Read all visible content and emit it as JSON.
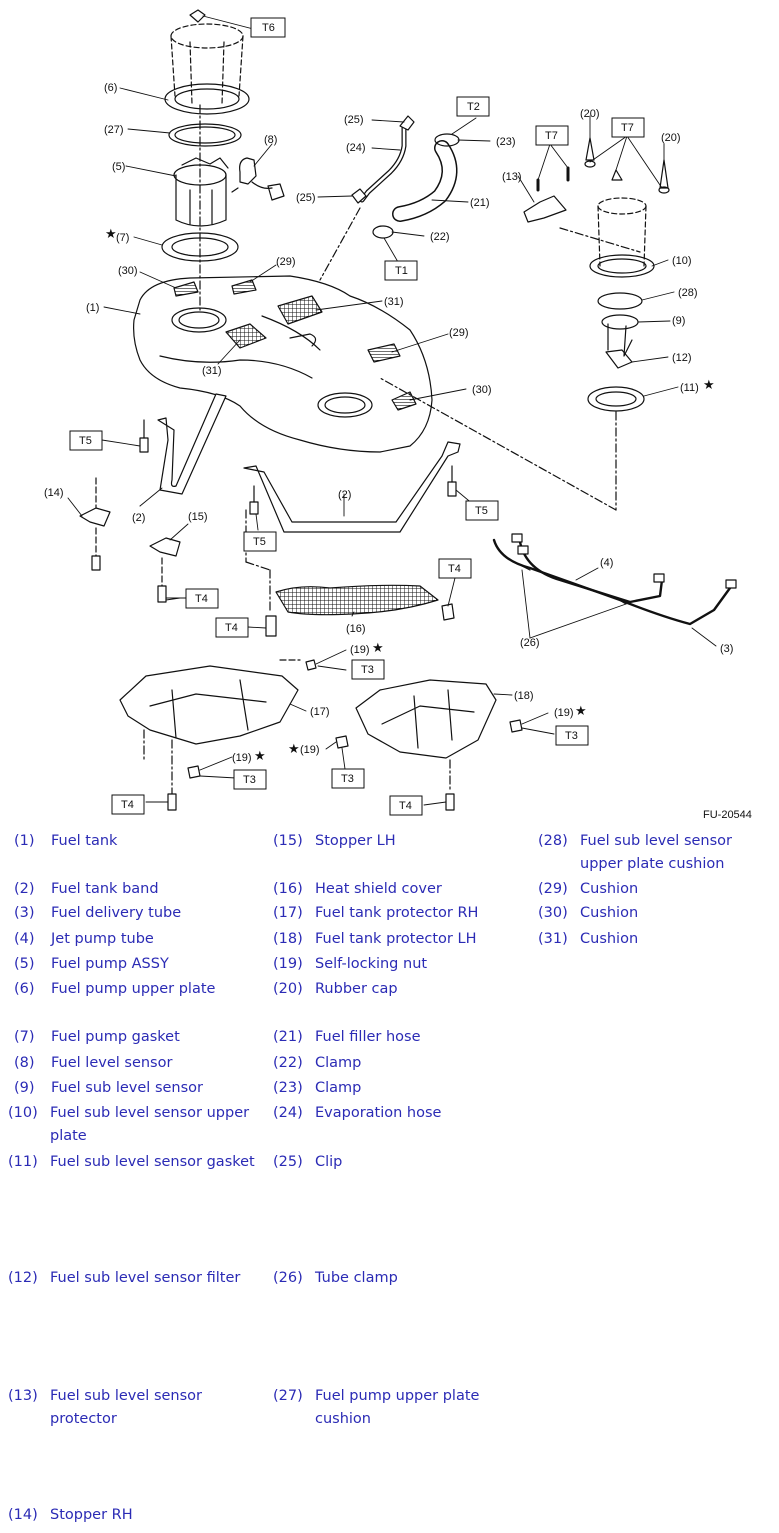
{
  "diagram": {
    "code": "FU-20544",
    "callouts": {
      "c1": "(1)",
      "c2a": "(2)",
      "c2b": "(2)",
      "c3": "(3)",
      "c4": "(4)",
      "c5": "(5)",
      "c6": "(6)",
      "c7": "(7)",
      "c8": "(8)",
      "c9": "(9)",
      "c10": "(10)",
      "c11": "(11)",
      "c12": "(12)",
      "c13": "(13)",
      "c14": "(14)",
      "c15": "(15)",
      "c16": "(16)",
      "c17": "(17)",
      "c18": "(18)",
      "c19a": "(19)",
      "c19b": "(19)",
      "c19c": "(19)",
      "c19d": "(19)",
      "c20a": "(20)",
      "c20b": "(20)",
      "c21": "(21)",
      "c22": "(22)",
      "c23": "(23)",
      "c24": "(24)",
      "c25a": "(25)",
      "c25b": "(25)",
      "c26": "(26)",
      "c27": "(27)",
      "c28": "(28)",
      "c29a": "(29)",
      "c29b": "(29)",
      "c30a": "(30)",
      "c30b": "(30)",
      "c31a": "(31)",
      "c31b": "(31)"
    },
    "torque_boxes": {
      "t6": "T6",
      "t2": "T2",
      "t7a": "T7",
      "t7b": "T7",
      "t1": "T1",
      "t5a": "T5",
      "t5b": "T5",
      "t5c": "T5",
      "t4a": "T4",
      "t4b": "T4",
      "t4c": "T4",
      "t4d": "T4",
      "t4e": "T4",
      "t3a": "T3",
      "t3b": "T3",
      "t3c": "T3",
      "t3d": "T3"
    },
    "star": "★"
  },
  "legend": [
    {
      "num": "(1)",
      "label": "Fuel tank"
    },
    {
      "num": "(2)",
      "label": "Fuel tank band"
    },
    {
      "num": "(3)",
      "label": "Fuel delivery tube"
    },
    {
      "num": "(4)",
      "label": "Jet pump tube"
    },
    {
      "num": "(5)",
      "label": "Fuel pump ASSY"
    },
    {
      "num": "(6)",
      "label": "Fuel pump upper plate"
    },
    {
      "num": "(7)",
      "label": "Fuel pump gasket"
    },
    {
      "num": "(8)",
      "label": "Fuel level sensor"
    },
    {
      "num": "(9)",
      "label": "Fuel sub level sensor"
    },
    {
      "num": "(10)",
      "label": "Fuel sub level sensor upper plate"
    },
    {
      "num": "(11)",
      "label": "Fuel sub level sensor gasket"
    },
    {
      "num": "(12)",
      "label": "Fuel sub level sensor filter"
    },
    {
      "num": "(13)",
      "label": "Fuel sub level sensor protector"
    },
    {
      "num": "(14)",
      "label": "Stopper RH"
    },
    {
      "num": "(15)",
      "label": "Stopper LH"
    },
    {
      "num": "(16)",
      "label": "Heat shield cover"
    },
    {
      "num": "(17)",
      "label": "Fuel tank protector RH"
    },
    {
      "num": "(18)",
      "label": "Fuel tank protector LH"
    },
    {
      "num": "(19)",
      "label": "Self-locking nut"
    },
    {
      "num": "(20)",
      "label": "Rubber cap"
    },
    {
      "num": "(21)",
      "label": "Fuel filler hose"
    },
    {
      "num": "(22)",
      "label": "Clamp"
    },
    {
      "num": "(23)",
      "label": "Clamp"
    },
    {
      "num": "(24)",
      "label": "Evaporation hose"
    },
    {
      "num": "(25)",
      "label": "Clip"
    },
    {
      "num": "(26)",
      "label": "Tube clamp"
    },
    {
      "num": "(27)",
      "label": "Fuel pump upper plate cushion"
    },
    {
      "num": "(28)",
      "label": "Fuel sub level sensor upper plate cushion"
    },
    {
      "num": "(29)",
      "label": "Cushion"
    },
    {
      "num": "(30)",
      "label": "Cushion"
    },
    {
      "num": "(31)",
      "label": "Cushion"
    }
  ]
}
